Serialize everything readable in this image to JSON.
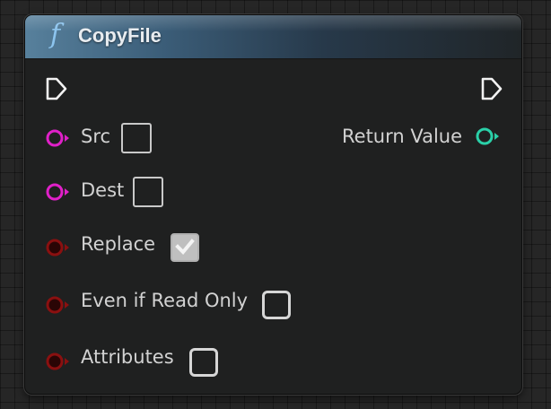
{
  "node": {
    "title": "CopyFile",
    "function_icon": "f",
    "header_color": "#3b5d78"
  },
  "pins": {
    "inputs": [
      {
        "label": "Src",
        "type": "string",
        "connected": false,
        "color": "#e020c8",
        "checkbox": false
      },
      {
        "label": "Dest",
        "type": "string",
        "connected": false,
        "color": "#e020c8",
        "checkbox": false
      },
      {
        "label": "Replace",
        "type": "boolean",
        "connected": false,
        "color": "#8a1010",
        "checkbox": true
      },
      {
        "label": "Even if Read Only",
        "type": "boolean",
        "connected": false,
        "color": "#8a1010",
        "checkbox": false
      },
      {
        "label": "Attributes",
        "type": "boolean",
        "connected": false,
        "color": "#8a1010",
        "checkbox": false
      }
    ],
    "outputs": [
      {
        "label": "Return Value",
        "type": "boolean",
        "connected": false,
        "color": "#2ad0a8"
      }
    ]
  },
  "icons": {
    "exec_in": "exec-input-icon",
    "exec_out": "exec-output-icon"
  }
}
